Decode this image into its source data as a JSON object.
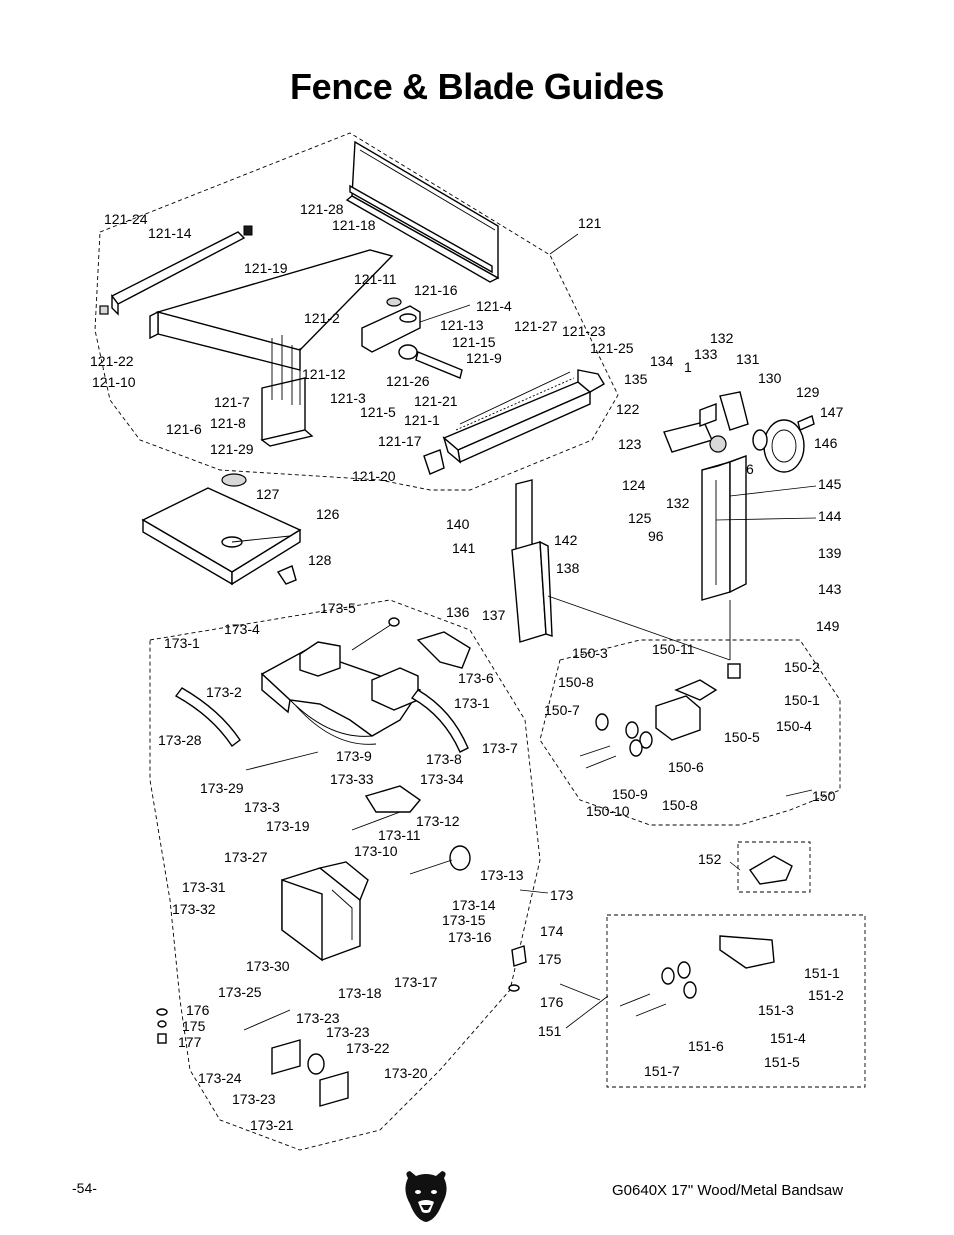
{
  "title": "Fence & Blade Guides",
  "footer": {
    "page_number": "-54-",
    "model": "G0640X 17\" Wood/Metal Bandsaw"
  },
  "icons": {
    "logo": "grizzly-bear-head-icon"
  },
  "part_labels": [
    "121-24",
    "121-14",
    "121-19",
    "121-28",
    "121-18",
    "121",
    "121-11",
    "121-16",
    "121-4",
    "121-2",
    "121-13",
    "121-15",
    "121-27",
    "121-23",
    "121-25",
    "121-22",
    "121-10",
    "121-12",
    "121-9",
    "121-26",
    "121-3",
    "121-5",
    "121-21",
    "121-1",
    "121-7",
    "121-8",
    "121-6",
    "121-29",
    "121-17",
    "121-20",
    "134",
    "1",
    "133",
    "132",
    "131",
    "135",
    "130",
    "129",
    "147",
    "122",
    "146",
    "123",
    "6",
    "124",
    "132",
    "125",
    "145",
    "96",
    "144",
    "139",
    "143",
    "149",
    "127",
    "126",
    "128",
    "140",
    "141",
    "142",
    "136",
    "137",
    "138",
    "173-5",
    "173-4",
    "173-1",
    "173-6",
    "173-2",
    "173-1",
    "173-28",
    "173-7",
    "173-9",
    "173-8",
    "173-29",
    "173-3",
    "173-33",
    "173-34",
    "173-19",
    "173-12",
    "173-11",
    "173-10",
    "173-27",
    "173-13",
    "173-31",
    "173-14",
    "173-32",
    "173-15",
    "173-16",
    "173",
    "173-30",
    "173-17",
    "173-25",
    "173-18",
    "176",
    "175",
    "177",
    "173-23",
    "173-23",
    "173-22",
    "173-24",
    "173-20",
    "173-23",
    "173-21",
    "150-3",
    "150-11",
    "150-2",
    "150-8",
    "150-1",
    "150-7",
    "150-4",
    "150-5",
    "150-6",
    "150-9",
    "150-8",
    "150-10",
    "150",
    "152",
    "174",
    "175",
    "176",
    "151",
    "151-1",
    "151-2",
    "151-3",
    "151-4",
    "151-6",
    "151-5",
    "151-7"
  ]
}
